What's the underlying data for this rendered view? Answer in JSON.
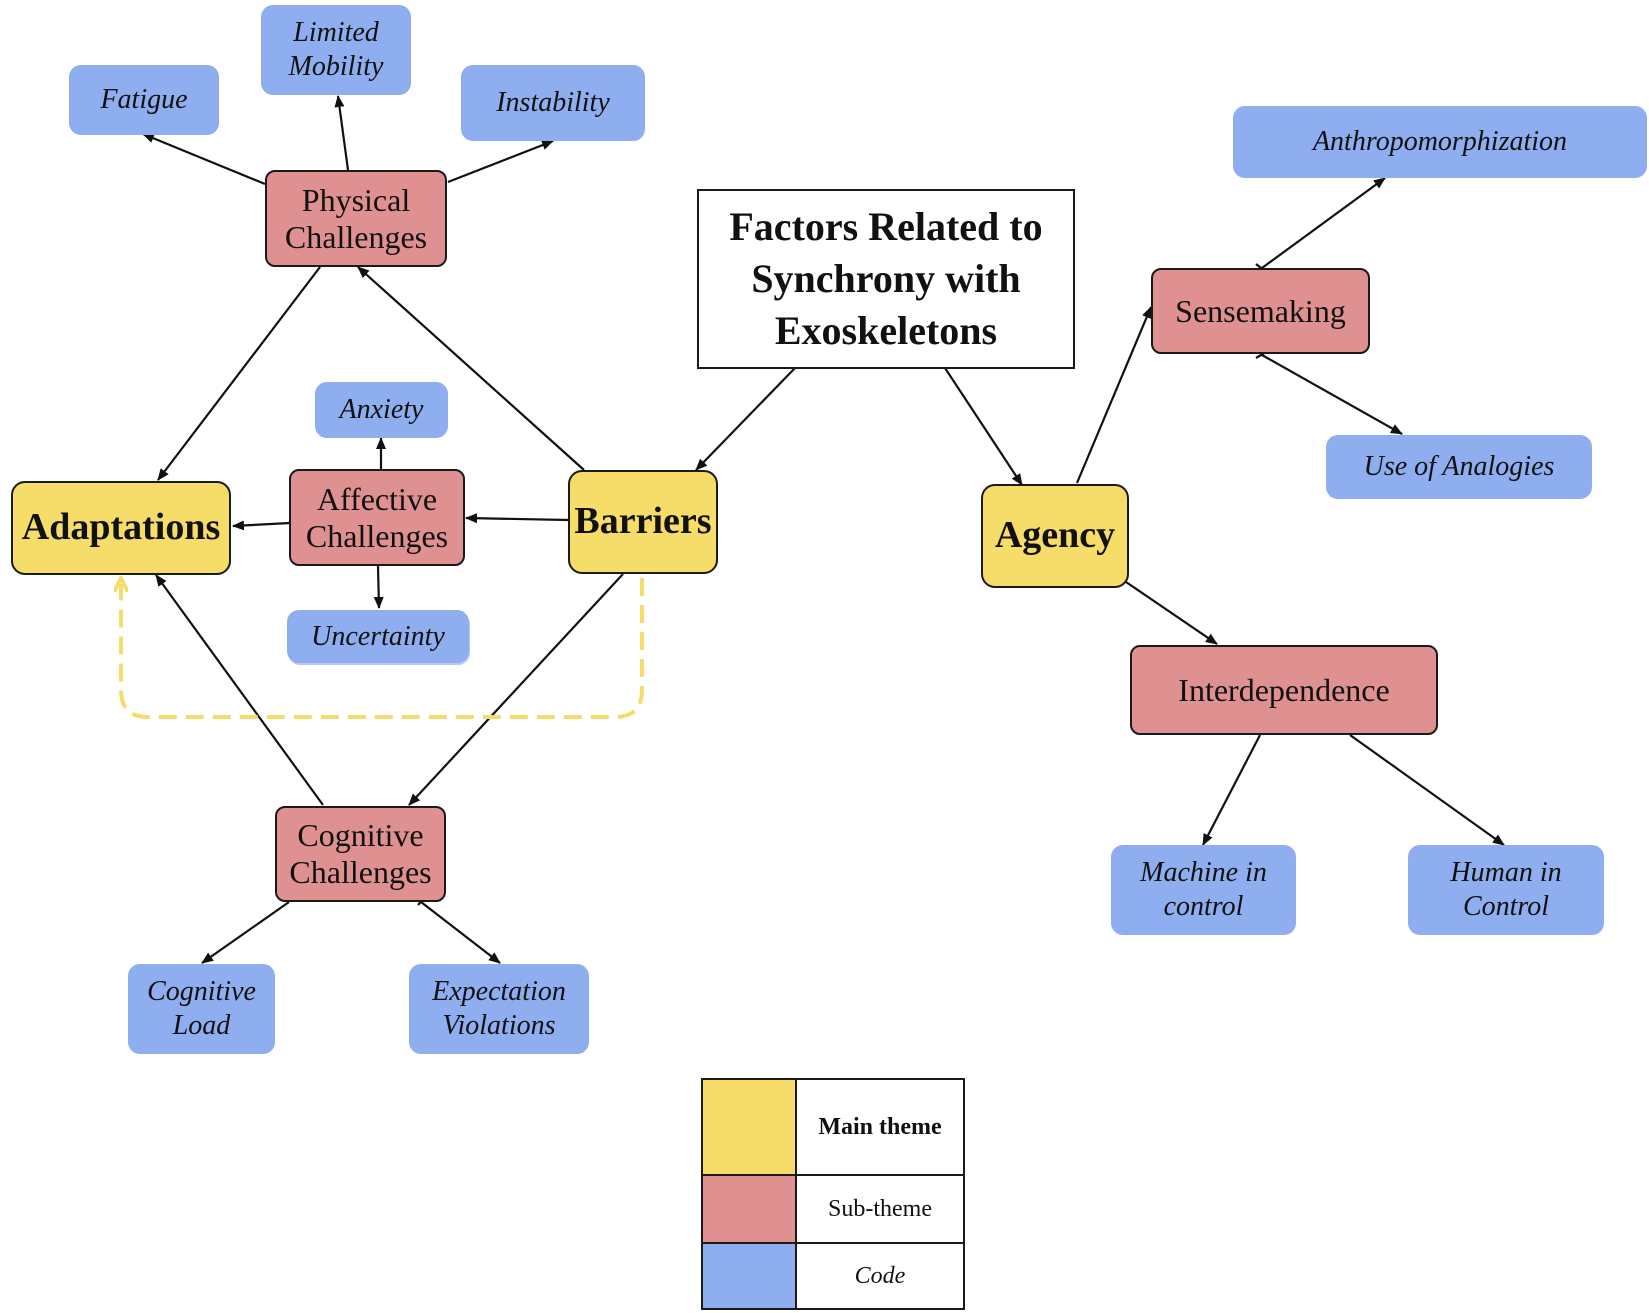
{
  "title": "Factors Related to\nSynchrony with\nExoskeletons",
  "main_themes": {
    "adaptations": "Adaptations",
    "barriers": "Barriers",
    "agency": "Agency"
  },
  "sub_themes": {
    "physical": "Physical\nChallenges",
    "affective": "Affective\nChallenges",
    "cognitive": "Cognitive\nChallenges",
    "sensemaking": "Sensemaking",
    "interdependence": "Interdependence"
  },
  "codes": {
    "fatigue": "Fatigue",
    "limited_mobility": "Limited\nMobility",
    "instability": "Instability",
    "anxiety": "Anxiety",
    "uncertainty": "Uncertainty",
    "cognitive_load": "Cognitive\nLoad",
    "expectation_violations": "Expectation\nViolations",
    "anthropomorphization": "Anthropomorphization",
    "use_of_analogies": "Use of Analogies",
    "machine_in_control": "Machine in\ncontrol",
    "human_in_control": "Human in\nControl"
  },
  "legend": {
    "main_theme": "Main theme",
    "sub_theme": "Sub-theme",
    "code": "Code"
  },
  "colors": {
    "main_theme": "#f6dc69",
    "sub_theme": "#df9090",
    "code": "#8eaef0",
    "dashed_link": "#f5dc6a"
  }
}
